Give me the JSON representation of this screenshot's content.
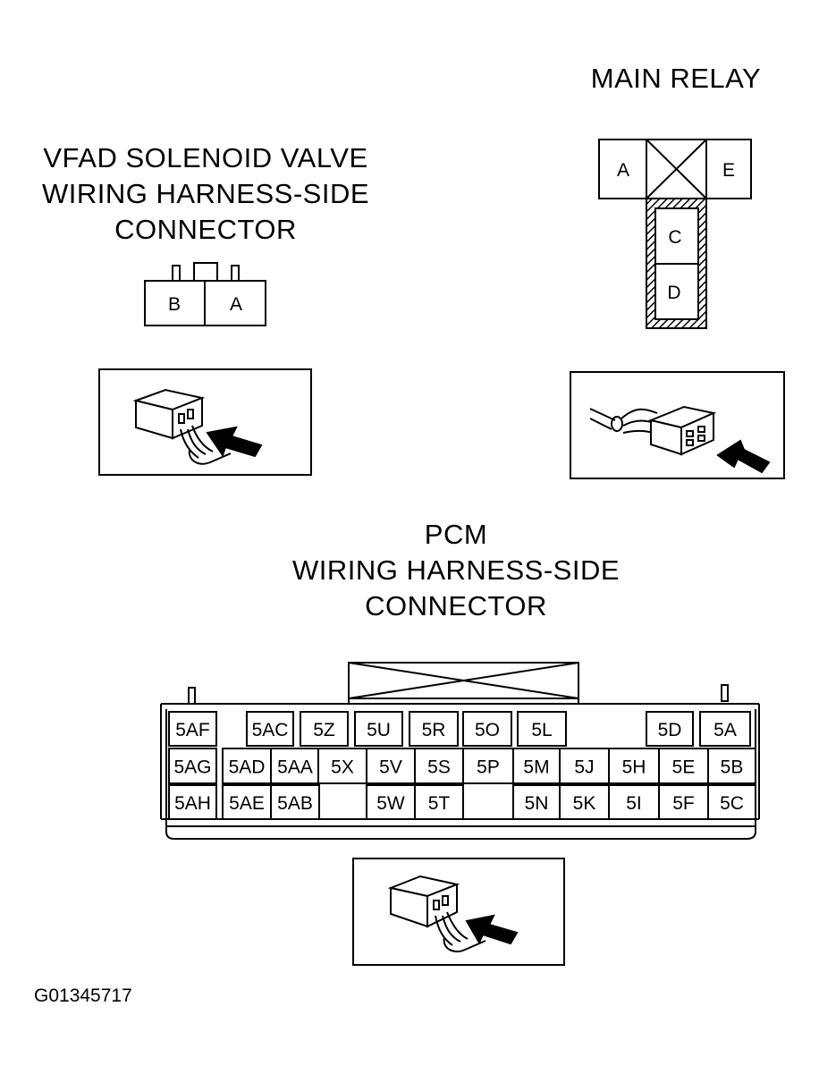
{
  "main_relay": {
    "title": "MAIN RELAY",
    "terminals": [
      "A",
      "E",
      "C",
      "D"
    ]
  },
  "vfad": {
    "title_lines": [
      "VFAD SOLENOID VALVE",
      "WIRING HARNESS-SIDE",
      "CONNECTOR"
    ],
    "terminals": [
      "B",
      "A"
    ]
  },
  "pcm": {
    "title_lines": [
      "PCM",
      "WIRING HARNESS-SIDE",
      "CONNECTOR"
    ],
    "row1": [
      "5AF",
      "5AC",
      "5Z",
      "5U",
      "5R",
      "5O",
      "5L",
      "5D",
      "5A"
    ],
    "row2": [
      "5AG",
      "5AD",
      "5AA",
      "5X",
      "5V",
      "5S",
      "5P",
      "5M",
      "5J",
      "5H",
      "5E",
      "5B"
    ],
    "row3": [
      "5AH",
      "5AE",
      "5AB",
      "5W",
      "5T",
      "5N",
      "5K",
      "5I",
      "5F",
      "5C"
    ]
  },
  "figure_code": "G01345717"
}
